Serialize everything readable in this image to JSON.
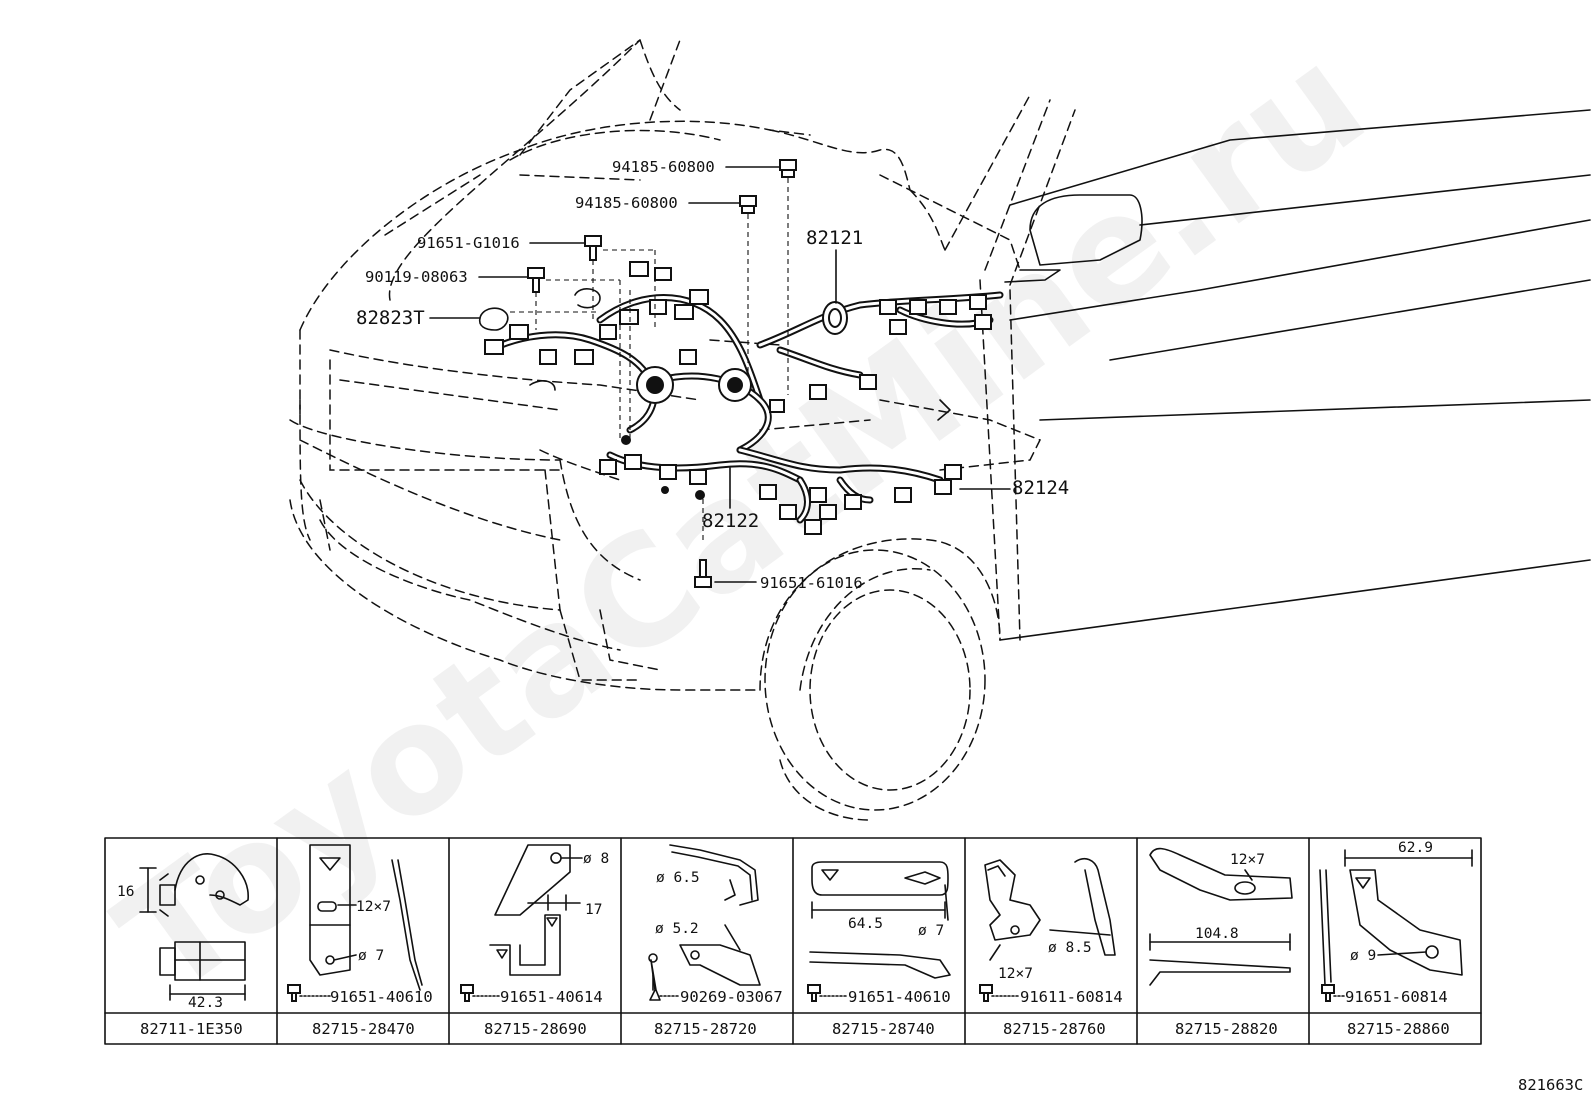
{
  "watermark": "ToyotaCatMine.ru",
  "diagram_code": "821663C",
  "callouts": {
    "nut_upper": "94185-60800",
    "nut_lower": "94185-60800",
    "bolt_g1016": "91651-G1016",
    "bolt_08063": "90119-08063",
    "cover": "82823T",
    "harness_82121": "82121",
    "harness_82124": "82124",
    "harness_82122": "82122",
    "bolt_61016": "91651-61016"
  },
  "parts_table": [
    {
      "part_no": "82711-1E350",
      "dims": [
        "16",
        "42.3"
      ],
      "fastener": ""
    },
    {
      "part_no": "82715-28470",
      "dims": [
        "12×7",
        "ø 7"
      ],
      "fastener": "91651-40610"
    },
    {
      "part_no": "82715-28690",
      "dims": [
        "ø 8",
        "17"
      ],
      "fastener": "91651-40614"
    },
    {
      "part_no": "82715-28720",
      "dims": [
        "ø 6.5",
        "ø 5.2"
      ],
      "fastener": "90269-03067"
    },
    {
      "part_no": "82715-28740",
      "dims": [
        "64.5",
        "ø 7"
      ],
      "fastener": "91651-40610"
    },
    {
      "part_no": "82715-28760",
      "dims": [
        "ø 8.5",
        "12×7"
      ],
      "fastener": "91611-60814"
    },
    {
      "part_no": "82715-28820",
      "dims": [
        "12×7",
        "104.8"
      ],
      "fastener": ""
    },
    {
      "part_no": "82715-28860",
      "dims": [
        "62.9",
        "ø 9"
      ],
      "fastener": "91651-60814"
    }
  ]
}
